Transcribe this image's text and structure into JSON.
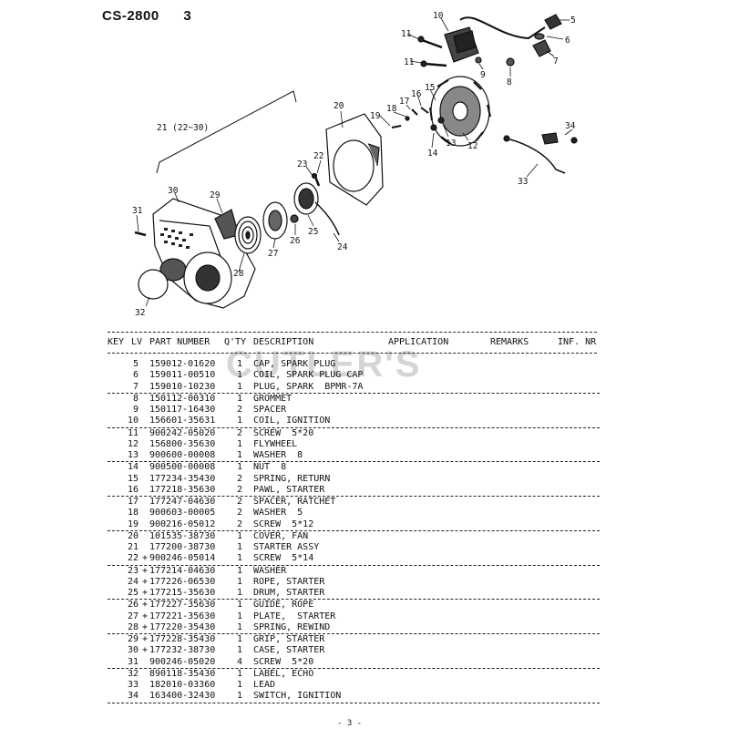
{
  "header": {
    "model": "CS-2800",
    "section": "3"
  },
  "watermark": "CUTLER'S",
  "callouts": [
    "5",
    "6",
    "7",
    "8",
    "9",
    "10",
    "11",
    "11",
    "12",
    "13",
    "14",
    "15",
    "16",
    "17",
    "18",
    "19",
    "20",
    "21 (22~30)",
    "22",
    "23",
    "24",
    "25",
    "26",
    "27",
    "28",
    "29",
    "30",
    "31",
    "32",
    "33",
    "34"
  ],
  "table": {
    "headers": {
      "key": "KEY",
      "lv": "LV",
      "part": "PART NUMBER",
      "qty": "Q'TY",
      "desc": "DESCRIPTION",
      "application": "APPLICATION",
      "remarks": "REMARKS",
      "inf": "INF. NR"
    },
    "rows": [
      {
        "key": "5",
        "lv": "",
        "part": "159012-01620",
        "qty": "1",
        "desc": "CAP, SPARK PLUG",
        "sep": false
      },
      {
        "key": "6",
        "lv": "",
        "part": "159011-00510",
        "qty": "1",
        "desc": "COIL, SPARK PLUG CAP",
        "sep": false
      },
      {
        "key": "7",
        "lv": "",
        "part": "159010-10230",
        "qty": "1",
        "desc": "PLUG, SPARK  BPMR-7A",
        "sep": true
      },
      {
        "key": "8",
        "lv": "",
        "part": "150112-00310",
        "qty": "1",
        "desc": "GROMMET",
        "sep": false
      },
      {
        "key": "9",
        "lv": "",
        "part": "150117-16430",
        "qty": "2",
        "desc": "SPACER",
        "sep": false
      },
      {
        "key": "10",
        "lv": "",
        "part": "156601-35631",
        "qty": "1",
        "desc": "COIL, IGNITION",
        "sep": true
      },
      {
        "key": "11",
        "lv": "",
        "part": "900242-05020",
        "qty": "2",
        "desc": "SCREW  5*20",
        "sep": false
      },
      {
        "key": "12",
        "lv": "",
        "part": "156800-35630",
        "qty": "1",
        "desc": "FLYWHEEL",
        "sep": false
      },
      {
        "key": "13",
        "lv": "",
        "part": "900600-00008",
        "qty": "1",
        "desc": "WASHER  8",
        "sep": true
      },
      {
        "key": "14",
        "lv": "",
        "part": "900500-00008",
        "qty": "1",
        "desc": "NUT  8",
        "sep": false
      },
      {
        "key": "15",
        "lv": "",
        "part": "177234-35430",
        "qty": "2",
        "desc": "SPRING, RETURN",
        "sep": false
      },
      {
        "key": "16",
        "lv": "",
        "part": "177218-35630",
        "qty": "2",
        "desc": "PAWL, STARTER",
        "sep": true
      },
      {
        "key": "17",
        "lv": "",
        "part": "177247-04630",
        "qty": "2",
        "desc": "SPACER, RATCHET",
        "sep": false
      },
      {
        "key": "18",
        "lv": "",
        "part": "900603-00005",
        "qty": "2",
        "desc": "WASHER  5",
        "sep": false
      },
      {
        "key": "19",
        "lv": "",
        "part": "900216-05012",
        "qty": "2",
        "desc": "SCREW  5*12",
        "sep": true
      },
      {
        "key": "20",
        "lv": "",
        "part": "101535-38730",
        "qty": "1",
        "desc": "COVER, FAN",
        "sep": false
      },
      {
        "key": "21",
        "lv": "",
        "part": "177200-38730",
        "qty": "1",
        "desc": "STARTER ASSY",
        "sep": false
      },
      {
        "key": "22",
        "lv": "+",
        "part": "900246-05014",
        "qty": "1",
        "desc": "SCREW  5*14",
        "sep": true
      },
      {
        "key": "23",
        "lv": "+",
        "part": "177214-04630",
        "qty": "1",
        "desc": "WASHER",
        "sep": false
      },
      {
        "key": "24",
        "lv": "+",
        "part": "177226-06530",
        "qty": "1",
        "desc": "ROPE, STARTER",
        "sep": false
      },
      {
        "key": "25",
        "lv": "+",
        "part": "177215-35630",
        "qty": "1",
        "desc": "DRUM, STARTER",
        "sep": true
      },
      {
        "key": "26",
        "lv": "+",
        "part": "177227-35630",
        "qty": "1",
        "desc": "GUIDE, ROPE",
        "sep": false
      },
      {
        "key": "27",
        "lv": "+",
        "part": "177221-35630",
        "qty": "1",
        "desc": "PLATE,  STARTER",
        "sep": false
      },
      {
        "key": "28",
        "lv": "+",
        "part": "177220-35430",
        "qty": "1",
        "desc": "SPRING, REWIND",
        "sep": true
      },
      {
        "key": "29",
        "lv": "+",
        "part": "177228-35430",
        "qty": "1",
        "desc": "GRIP, STARTER",
        "sep": false
      },
      {
        "key": "30",
        "lv": "+",
        "part": "177232-38730",
        "qty": "1",
        "desc": "CASE, STARTER",
        "sep": false
      },
      {
        "key": "31",
        "lv": "",
        "part": "900246-05020",
        "qty": "4",
        "desc": "SCREW  5*20",
        "sep": true
      },
      {
        "key": "32",
        "lv": "",
        "part": "890118-35430",
        "qty": "1",
        "desc": "LABEL, ECHO",
        "sep": false
      },
      {
        "key": "33",
        "lv": "",
        "part": "182010-03360",
        "qty": "1",
        "desc": "LEAD",
        "sep": false
      },
      {
        "key": "34",
        "lv": "",
        "part": "163400-32430",
        "qty": "1",
        "desc": "SWITCH, IGNITION",
        "sep": true
      }
    ]
  },
  "footer": {
    "page": "- 3 -"
  }
}
